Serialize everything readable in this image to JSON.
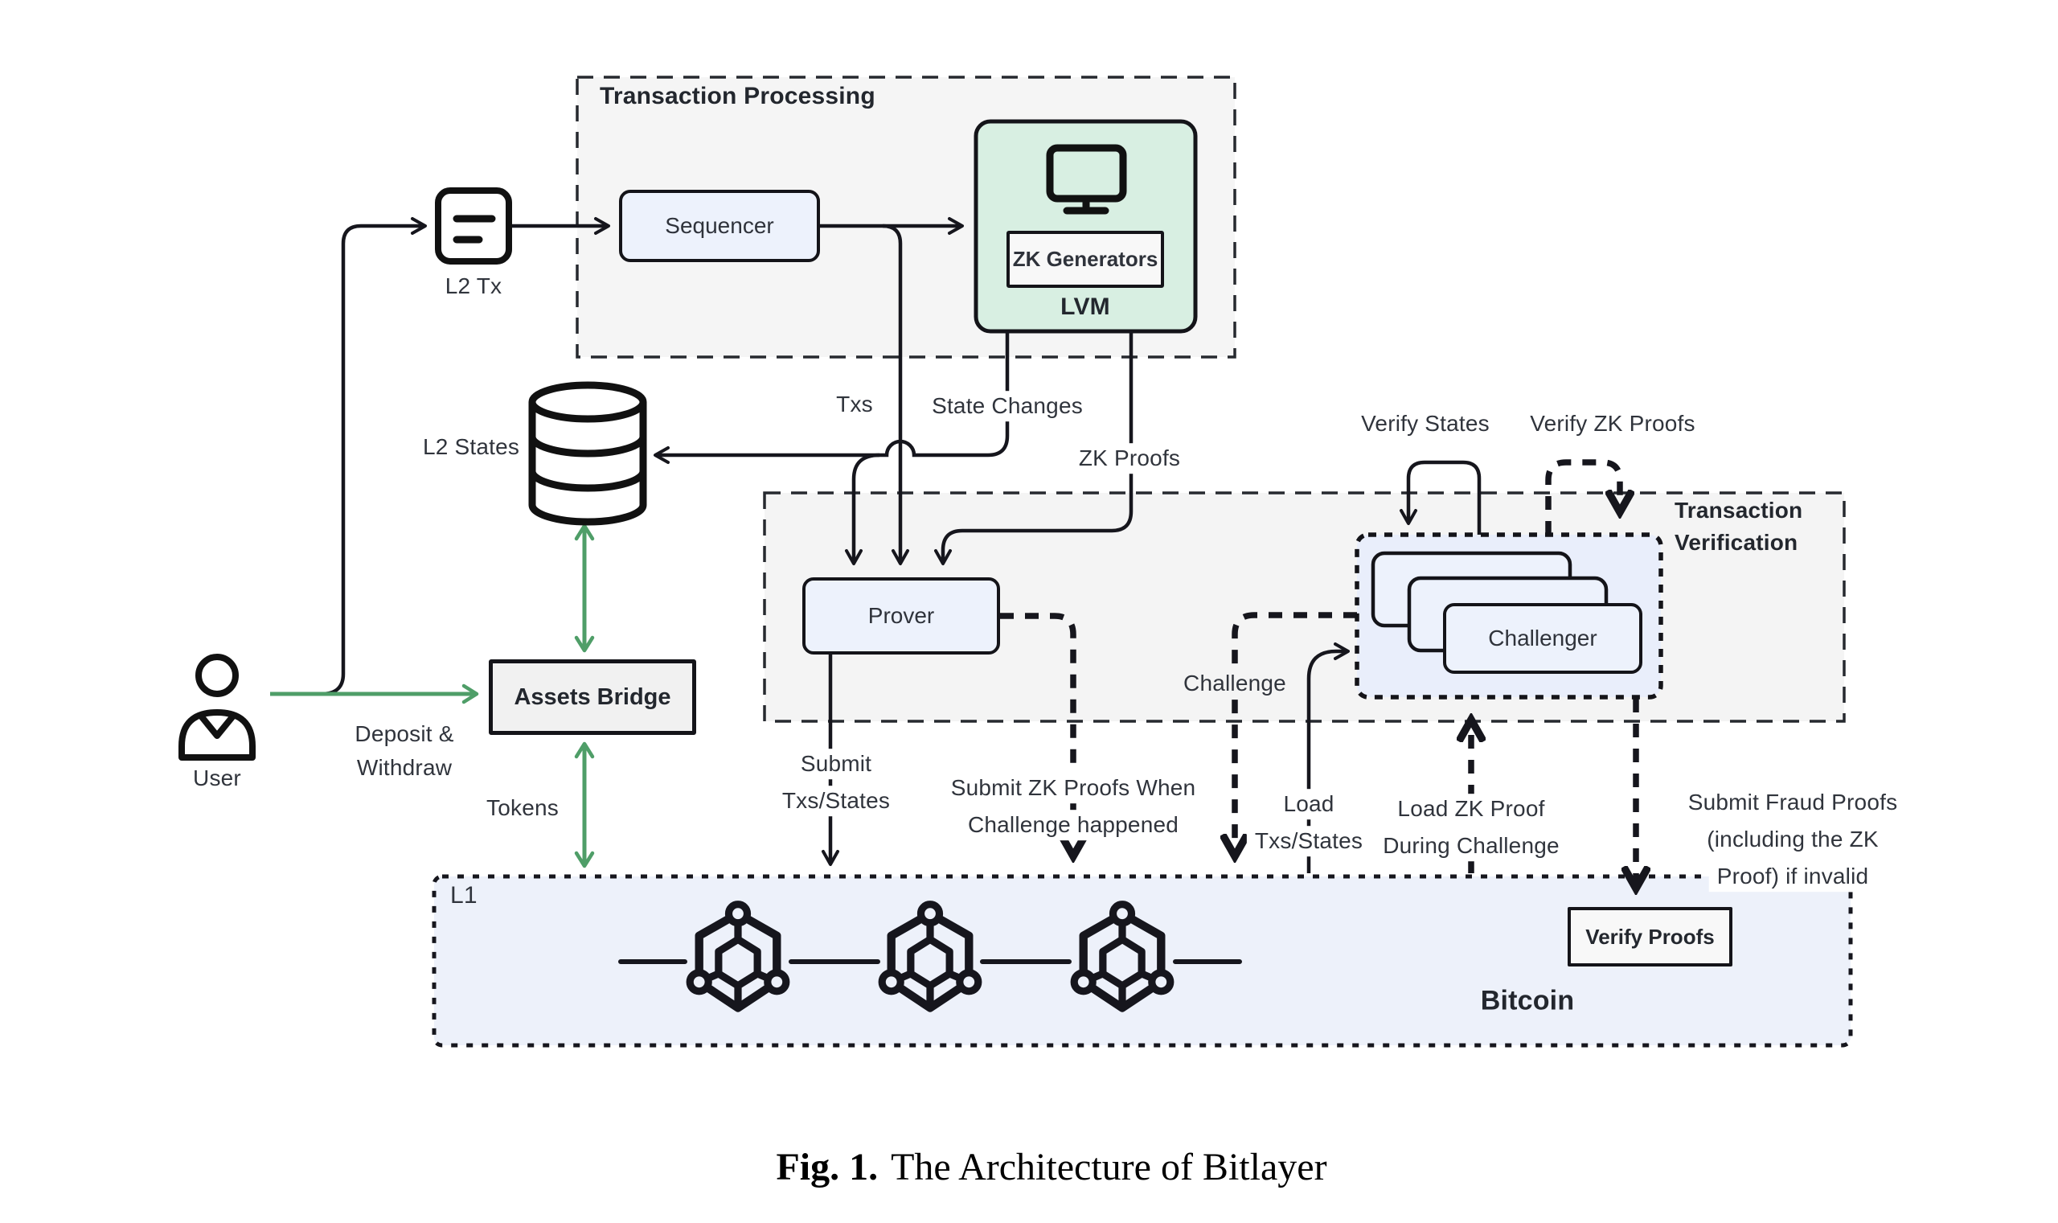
{
  "processing": {
    "title": "Transaction Processing",
    "sequencer": "Sequencer",
    "zk_generators": "ZK Generators",
    "lvm": "LVM",
    "l2_tx": "L2 Tx"
  },
  "left": {
    "l2_states": "L2 States",
    "user": "User",
    "assets_bridge": "Assets Bridge",
    "deposit_line1": "Deposit &",
    "deposit_line2": "Withdraw",
    "tokens": "Tokens"
  },
  "flows": {
    "txs": "Txs",
    "state_changes": "State Changes",
    "zk_proofs": "ZK Proofs",
    "verify_states": "Verify States",
    "verify_zk_proofs": "Verify ZK Proofs",
    "challenge": "Challenge",
    "submit_line1": "Submit",
    "submit_line2": "Txs/States",
    "submit_zk_line1": "Submit ZK Proofs When",
    "submit_zk_line2": "Challenge happened",
    "load_line1": "Load",
    "load_line2": "Txs/States",
    "load_zk_line1": "Load ZK Proof",
    "load_zk_line2": "During Challenge",
    "fraud_line1": "Submit Fraud Proofs",
    "fraud_line2": "(including the ZK",
    "fraud_line3": "Proof) if invalid"
  },
  "verification": {
    "title_line1": "Transaction",
    "title_line2": "Verification",
    "prover": "Prover",
    "challenger": "Challenger"
  },
  "l1": {
    "label": "L1",
    "bitcoin": "Bitcoin",
    "verify_proofs": "Verify Proofs"
  },
  "caption": {
    "fig": "Fig. 1.",
    "title": "The Architecture of Bitlayer"
  },
  "colors": {
    "line": "#16161d",
    "accent_green": "#4f9e68",
    "lvm_fill": "#d8efe2",
    "node_fill": "#edf2fc",
    "l1_fill": "#edf1fa",
    "container_fill": "#f5f5f5",
    "challenger_fill": "#e9eefb"
  }
}
